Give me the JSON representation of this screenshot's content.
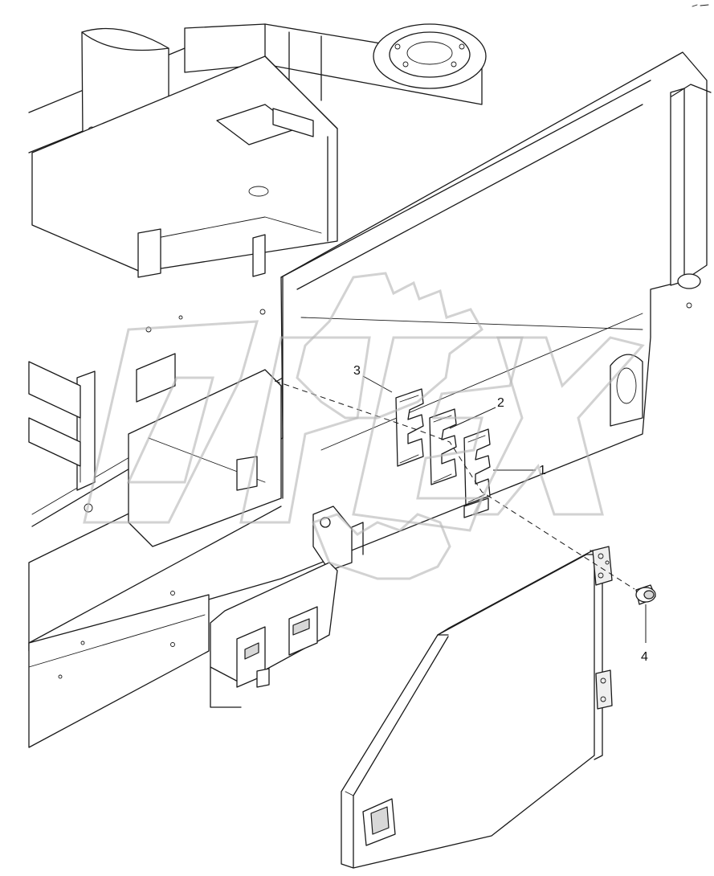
{
  "diagram": {
    "callouts": [
      {
        "id": "1",
        "text": "1"
      },
      {
        "id": "2",
        "text": "2"
      },
      {
        "id": "3",
        "text": "3"
      },
      {
        "id": "4",
        "text": "4"
      }
    ],
    "colors": {
      "line": "#1a1a1a",
      "background": "#ffffff",
      "watermark": "#c8c8c8"
    }
  }
}
